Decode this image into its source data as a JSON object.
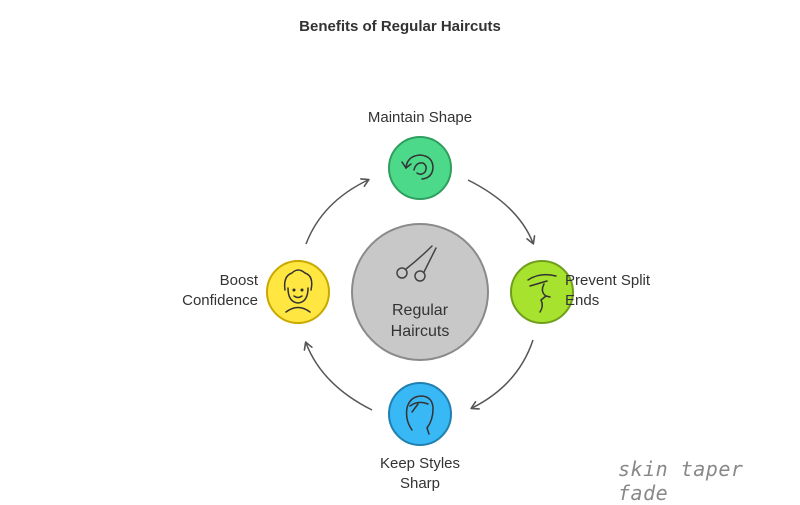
{
  "title": "Benefits of Regular Haircuts",
  "center": {
    "line1": "Regular",
    "line2": "Haircuts"
  },
  "nodes": {
    "top": {
      "line1": "Maintain Shape",
      "color": "#4CD98A",
      "icon": "hair-swirl-icon"
    },
    "right": {
      "line1": "Prevent Split",
      "line2": "Ends",
      "color": "#A6E22E",
      "icon": "face-profile-icon"
    },
    "bottom": {
      "line1": "Keep Styles",
      "line2": "Sharp",
      "color": "#38B8F5",
      "icon": "head-hair-icon"
    },
    "left": {
      "line1": "Boost",
      "line2": "Confidence",
      "color": "#FFE640",
      "icon": "smiling-person-icon"
    }
  },
  "center_color": "#C8C8C8",
  "watermark": "skin taper fade"
}
